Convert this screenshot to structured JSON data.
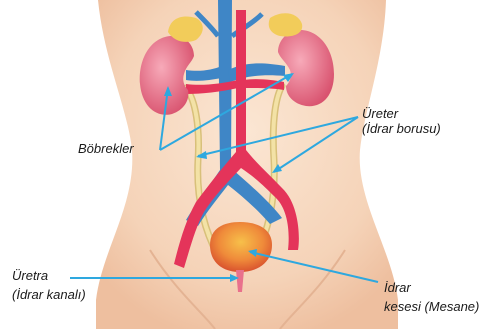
{
  "labels": {
    "kidneys": "Böbrekler",
    "ureter_line1": "Üreter",
    "ureter_line2": "(İdrar borusu)",
    "urethra_line1": "Üretra",
    "urethra_line2": "(İdrar kanalı)",
    "bladder_line1": "İdrar",
    "bladder_line2": "kesesi (Mesane)"
  },
  "colors": {
    "skin": "#f8dcc4",
    "kidney": "#e9718c",
    "adrenal": "#f2cc5a",
    "vein": "#3f86c6",
    "artery": "#e4345a",
    "ureter": "#f3e2a6",
    "bladder": "#ef8a3a",
    "pointer": "#2ea8df"
  }
}
